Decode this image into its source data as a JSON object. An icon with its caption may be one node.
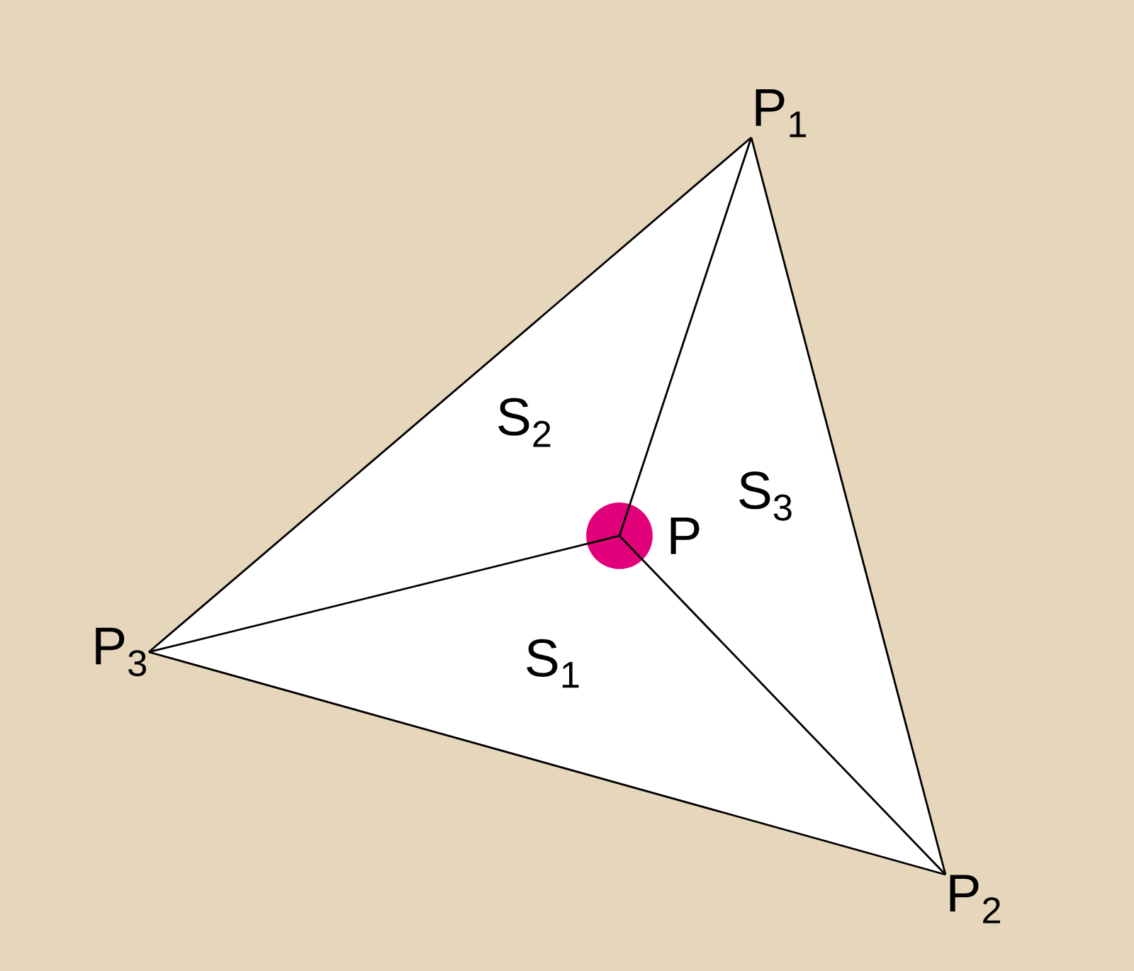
{
  "diagram": {
    "nodes": [
      {
        "text": [
          "P$_{1}$"
        ]
      },
      {
        "text": [
          "P$_{2}$"
        ]
      },
      {
        "text": [
          "P$_{3}$"
        ]
      },
      {
        "text": [],
        "shape": "circle",
        "beside": [
          "P"
        ]
      }
    ],
    "edges": [
      {
        "from": 0,
        "to": 1,
        "arrow": "none"
      },
      {
        "from": 1,
        "to": 2,
        "arrow": "none"
      },
      {
        "from": 2,
        "to": 0,
        "arrow": "none"
      },
      {
        "from": 3,
        "to": 0,
        "arrow": "none"
      },
      {
        "from": 3,
        "to": 1,
        "arrow": "none"
      },
      {
        "from": 3,
        "to": 2,
        "arrow": "none"
      }
    ],
    "labels": [
      "S$_{2}$",
      "S$_{3}$",
      "S$_{1}$"
    ]
  }
}
